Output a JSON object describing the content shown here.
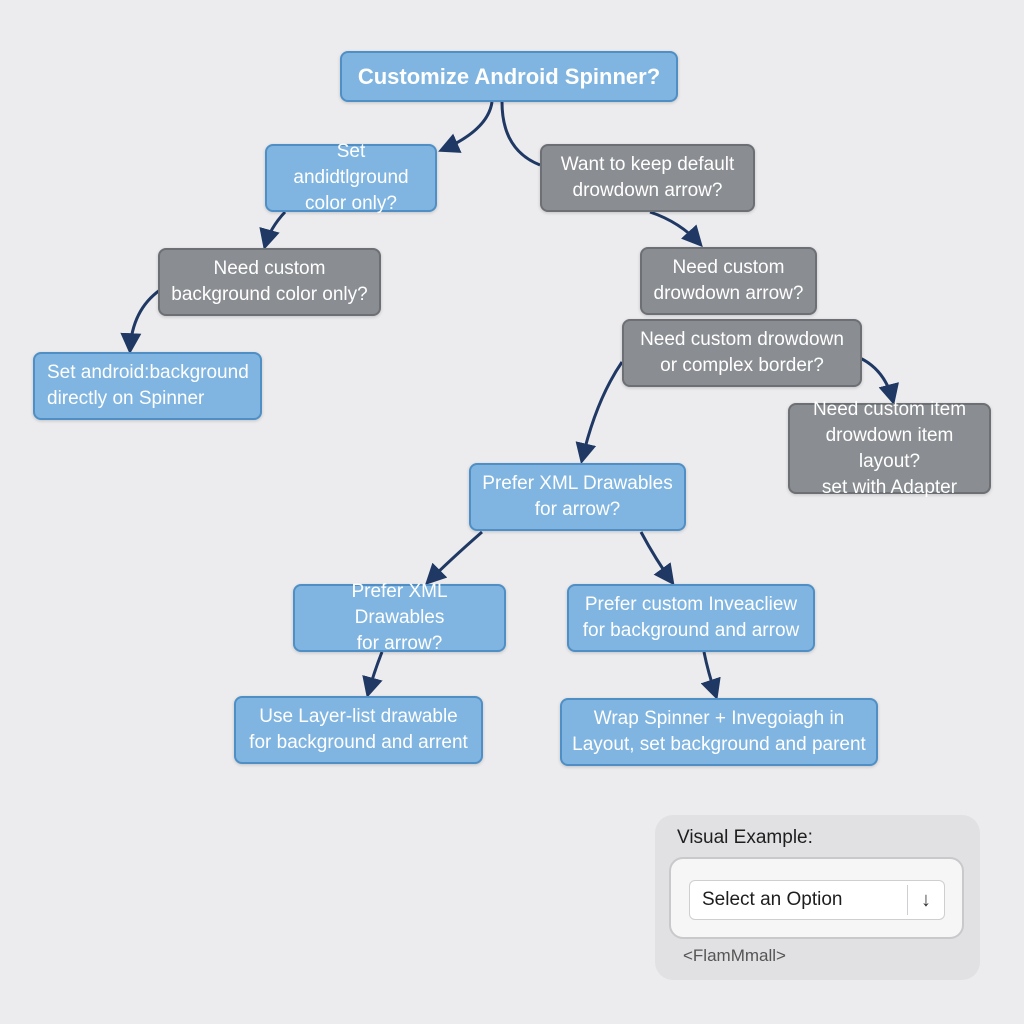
{
  "colors": {
    "background": "#ececee",
    "blue_node": "#7fb5e0",
    "blue_border": "#4f8fc6",
    "gray_node": "#8a8d91",
    "gray_border": "#6c6f73",
    "arrow": "#1f3864"
  },
  "nodes": {
    "root": "Customize Android Spinner?",
    "background_color_q": "Set andidtlground\ncolor only?",
    "keep_arrow_q": "Want to keep default\ndrowdown arrow?",
    "custom_bg_q": "Need custom\nbackground color only?",
    "custom_arrow_q": "Need custom\ndrowdown arrow?",
    "set_bg_direct": "Set android:background\ndirectly on Spinner",
    "complex_border_q": "Need custom drowdown\nor complex border?",
    "custom_item_q": "Need custom item\ndrowdown item layout?\nset with Adapter",
    "prefer_xml_q1": "Prefer XML Drawables\nfor arrow?",
    "prefer_xml_q2": "Prefer XML Drawables\nfor arrow?",
    "prefer_custom_q": "Prefer custom Inveacliew\nfor background and arrow",
    "layer_list": "Use Layer-list drawable\nfor background and arrent",
    "wrap_spinner": "Wrap Spinner + Invegoiagh in\nLayout, set background and parent"
  },
  "example": {
    "title": "Visual Example:",
    "spinner_text": "Select an Option",
    "arrow_glyph": "↓",
    "caption": "<FlamMmall>"
  }
}
